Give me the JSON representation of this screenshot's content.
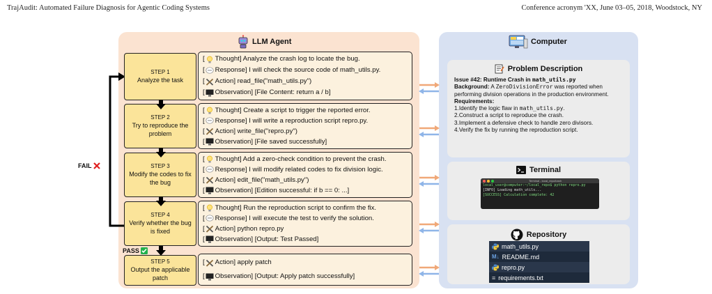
{
  "header": {
    "left": "TrajAudit: Automated Failure Diagnosis for Agentic Coding Systems",
    "right": "Conference acronym 'XX, June 03–05, 2018, Woodstock, NY"
  },
  "agent_panel": {
    "title": "LLM Agent"
  },
  "computer_panel": {
    "title": "Computer"
  },
  "loop": {
    "fail": "FAIL",
    "pass": "PASS"
  },
  "steps": [
    {
      "num": "STEP 1",
      "label": "Analyze the task",
      "thought": "Thought] Analyze the crash log to locate the bug.",
      "response": "Response] I will check the source code of math_utils.py.",
      "action": "Action] read_file(\"math_utils.py\")",
      "observation": "Observation] [File Content: return a / b]"
    },
    {
      "num": "STEP 2",
      "label": "Try to reproduce the problem",
      "thought": "Thought] Create a script to trigger the reported error.",
      "response": "Response] I will write a reproduction script repro.py.",
      "action": "Action] write_file(\"repro.py\")",
      "observation": "Observation] [File saved successfully]"
    },
    {
      "num": "STEP 3",
      "label": "Modify the codes to fix the bug",
      "thought": "Thought] Add a zero-check condition to prevent the crash.",
      "response": "Response] I will modify related codes to fix division logic.",
      "action": "Action] edit_file(\"math_utils.py\")",
      "observation": "Observation] [Edition successful: if b == 0: ...]"
    },
    {
      "num": "STEP 4",
      "label": "Verify whether the bug is fixed",
      "thought": "Thought] Run the reproduction script to confirm the fix.",
      "response": "Response] I will execute the test to verify the solution.",
      "action": "Action] python repro.py",
      "observation": "Observation] [Output: Test Passed]"
    },
    {
      "num": "STEP 5",
      "label": "Output the applicable patch",
      "action": "Action] apply patch",
      "observation": "Observation] [Output: Apply patch successfully]"
    }
  ],
  "problem": {
    "title": "Problem Description",
    "issue_prefix": "Issue #42: Runtime Crash in ",
    "issue_code": "math_utils.py",
    "bg_label": "Background:",
    "bg_pre": " A ",
    "bg_code": "ZeroDivisionError",
    "bg_post": " was reported when performing division operations in the production environment.",
    "req_label": "Requirements:",
    "req1_pre": "1.Identify the logic flaw in ",
    "req1_code": "math_utils.py",
    "req1_post": ".",
    "req2": "2.Construct a script to reproduce the crash.",
    "req3": "3.Implement a defensive check to handle zero divisors.",
    "req4": "4.Verify the fix by running the reproduction script."
  },
  "terminal": {
    "title": "Terminal",
    "bar": "Terminal - local_repo/bash",
    "line1": "local_user@computer:~/local_repo$ python repro.py",
    "line2": "[INFO] Loading math_utils...",
    "line3": "[SUCCESS] Calculation complete: 42"
  },
  "repository": {
    "title": "Repository",
    "files": [
      {
        "icon": "python-icon",
        "name": "math_utils.py"
      },
      {
        "icon": "markdown-icon",
        "name": "README.md",
        "prefix": "M↓"
      },
      {
        "icon": "python-icon",
        "name": "repro.py"
      },
      {
        "icon": "text-file-icon",
        "name": "requirements.txt",
        "prefix": "≡"
      }
    ]
  },
  "colors": {
    "agent_bg": "#fbe3d1",
    "computer_bg": "#d8e1f2",
    "step_fill": "#fbe49a",
    "detail_fill": "#fcf1de",
    "arrow_out": "#f0a878",
    "arrow_in": "#8fb5e8",
    "fail": "#e02020",
    "pass": "#22b14c"
  }
}
